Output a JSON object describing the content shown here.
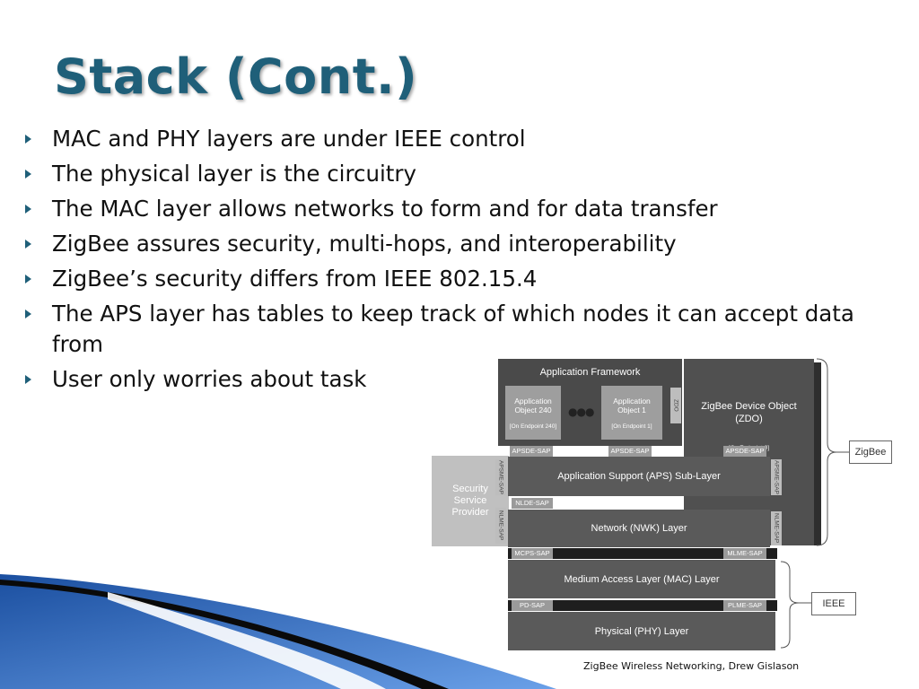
{
  "slide": {
    "title": "Stack (Cont.)",
    "bullets": [
      "MAC and PHY layers are under IEEE control",
      "The physical layer is the circuitry",
      "The MAC layer allows networks to form and for data transfer",
      "ZigBee assures security, multi-hops, and interoperability",
      "ZigBee’s security differs from IEEE 802.15.4",
      "The APS layer has tables to keep track of which nodes it can accept data from",
      "User only worries about task"
    ],
    "caption": "ZigBee Wireless Networking, Drew Gislason"
  },
  "diagram": {
    "app_framework": "Application Framework",
    "app_obj_240": "Application Object 240",
    "app_obj_240_ep": "[On Endpoint 240]",
    "ellipsis": "●●●",
    "app_obj_1": "Application Object 1",
    "app_obj_1_ep": "[On Endpoint 1]",
    "zdo": "ZigBee Device Object (ZDO)",
    "zdo_ep": "[On Endpoint 0]",
    "zdo_sap_vert": "ZDO",
    "apsde_sap_1": "APSDE-SAP",
    "apsde_sap_2": "APSDE-SAP",
    "apsde_sap_3": "APSDE-SAP",
    "aps_layer": "Application Support (APS) Sub-Layer",
    "apsme_sap_left": "APSME-SAP",
    "apsme_sap_right": "APSME-SAP",
    "security": "Security Service Provider",
    "nlde_sap": "NLDE-SAP",
    "nwk_layer": "Network (NWK) Layer",
    "nlme_sap_left": "NLME-SAP",
    "nlme_sap_right": "NLME-SAP",
    "mcps_sap": "MCPS-SAP",
    "mlme_sap": "MLME-SAP",
    "mac_layer": "Medium Access Layer (MAC) Layer",
    "pd_sap": "PD-SAP",
    "plme_sap": "PLME-SAP",
    "phy_layer": "Physical (PHY) Layer",
    "zigbee_label": "ZigBee",
    "ieee_label": "IEEE"
  },
  "colors": {
    "title": "#1f5f79",
    "bullet_arrow": "#1f5f79",
    "corner_blue": "#2e6fc4"
  }
}
